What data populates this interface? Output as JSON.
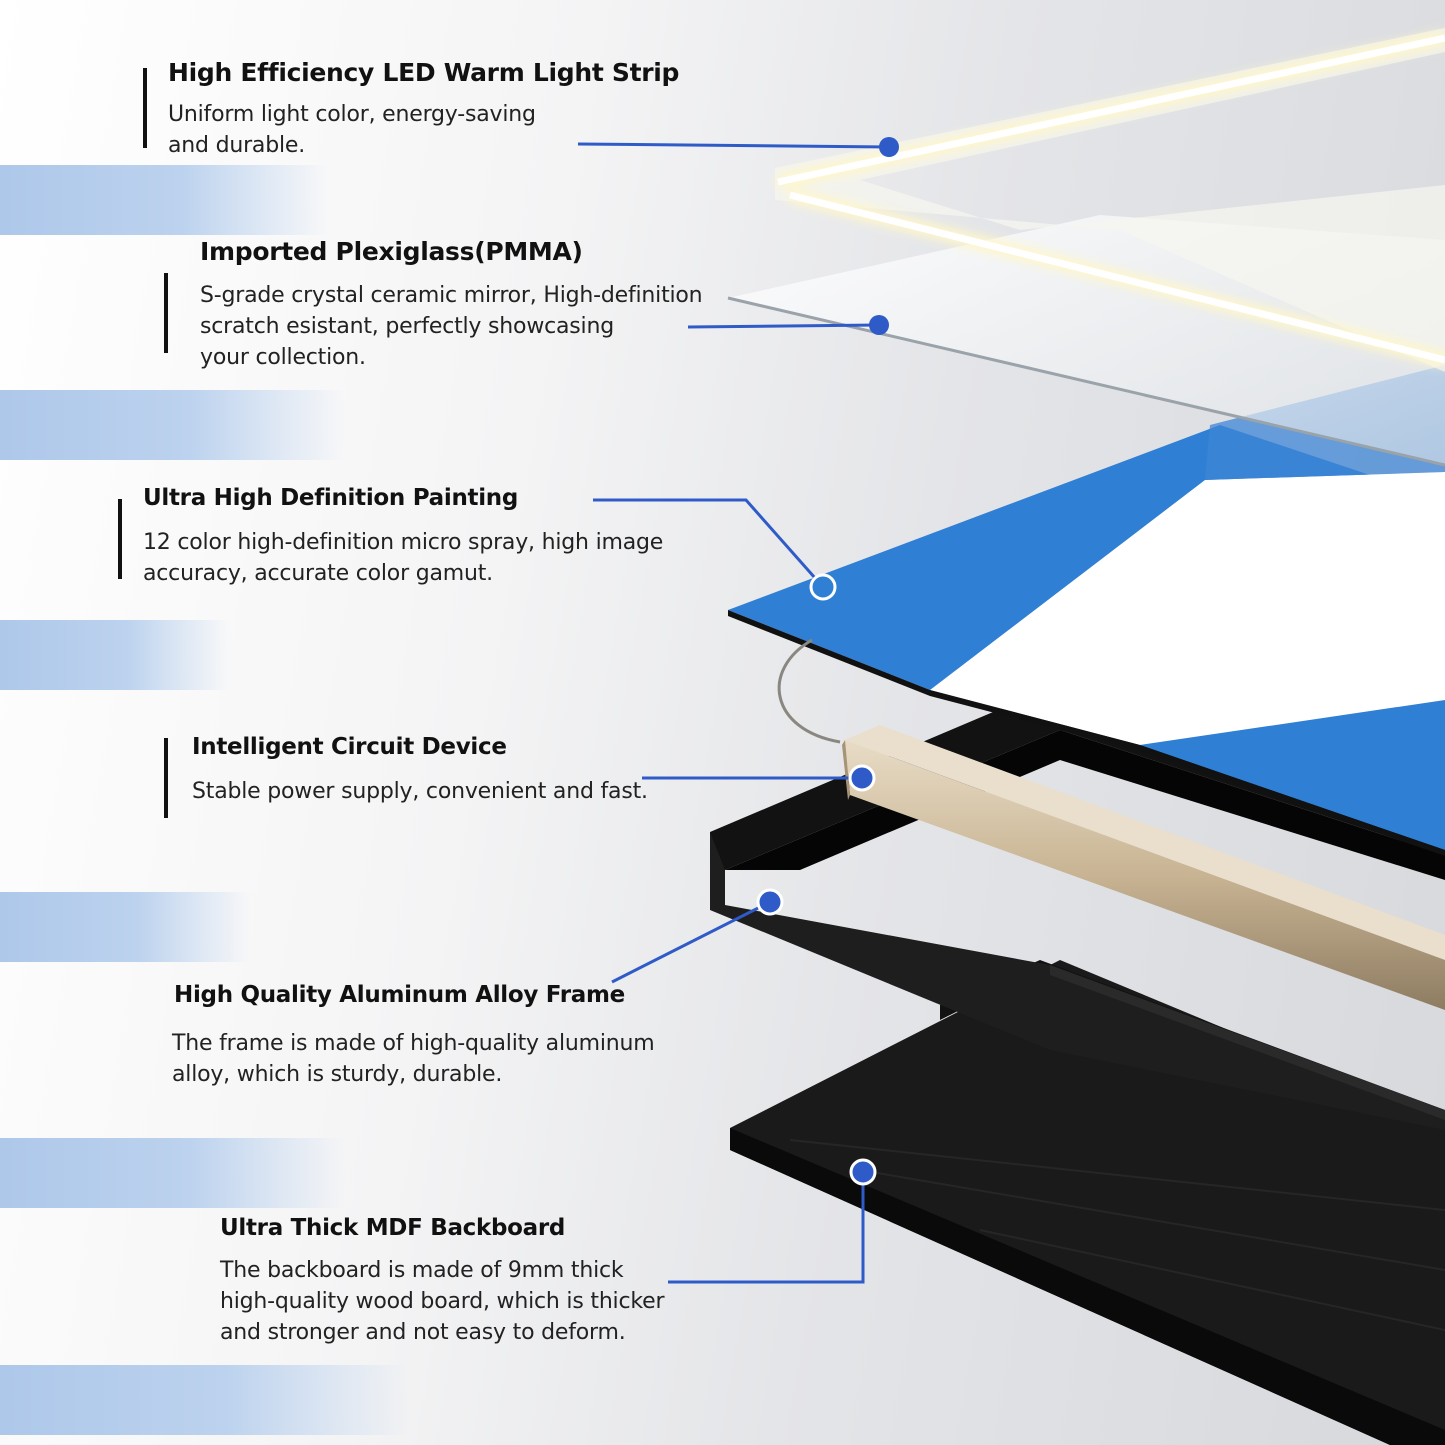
{
  "features": [
    {
      "title": "High Efficiency LED Warm Light Strip",
      "description": "Uniform light color, energy-saving\nand durable."
    },
    {
      "title": "Imported Plexiglass(PMMA)",
      "description": "S-grade crystal ceramic mirror, High-definition\nscratch esistant, perfectly showcasing\nyour collection."
    },
    {
      "title": "Ultra High Definition Painting",
      "description": "12 color high-definition micro spray, high image\naccuracy, accurate color gamut."
    },
    {
      "title": "Intelligent Circuit Device",
      "description": "Stable power supply, convenient and fast."
    },
    {
      "title": "High Quality Aluminum Alloy Frame",
      "description": "The frame is made of high-quality aluminum\nalloy, which is sturdy, durable."
    },
    {
      "title": "Ultra Thick MDF Backboard",
      "description": "The backboard is made of 9mm thick\nhigh-quality wood board, which is thicker\nand stronger and not easy to deform."
    }
  ],
  "colors": {
    "callout": "#2f5bc8",
    "painting_blue": "#2f7fd4",
    "frame_black": "#161616",
    "bar_gold": "#c9b79a"
  }
}
